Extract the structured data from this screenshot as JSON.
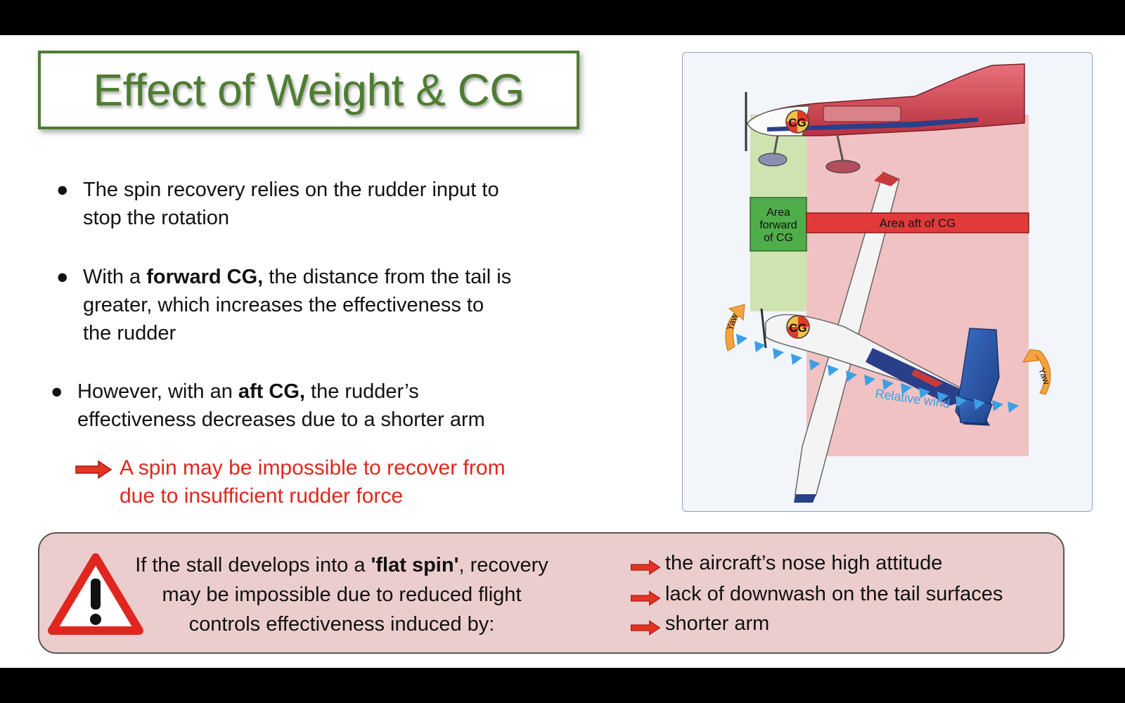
{
  "title": "Effect of Weight & CG",
  "bullets": [
    {
      "line1": "The spin recovery relies on the rudder input to",
      "line2": "stop the rotation"
    },
    {
      "pre": "With a ",
      "bold": "forward CG,",
      "post": " the distance from the tail is",
      "line2": "greater, which increases the effectiveness to",
      "line3": "the rudder"
    },
    {
      "pre": "However, with an ",
      "bold": "aft CG,",
      "post": " the rudder’s",
      "line2": "effectiveness decreases due to a shorter arm"
    }
  ],
  "consequence": {
    "line1": "A spin may be impossible to recover from",
    "line2": "due to insufficient rudder force"
  },
  "figure": {
    "cg_top": "CG",
    "cg_bottom": "CG",
    "area_forward": {
      "line1": "Area",
      "line2": "forward",
      "line3": "of CG"
    },
    "area_aft": "Area aft of CG",
    "relative_wind": "Relative wind",
    "yaw_left": "Yaw",
    "yaw_right": "Yaw"
  },
  "warning": {
    "pre": "If the stall develops into a ",
    "bold": "'flat spin'",
    "post": ", recovery",
    "line2": "may be impossible due to reduced flight",
    "line3": "controls effectiveness induced by:",
    "items": [
      "the aircraft’s nose high attitude",
      "lack of downwash on the tail surfaces",
      "shorter arm"
    ]
  },
  "colors": {
    "title_green": "#4e7d32",
    "accent_red": "#e0261e",
    "warning_bg": "#eccdcd"
  }
}
